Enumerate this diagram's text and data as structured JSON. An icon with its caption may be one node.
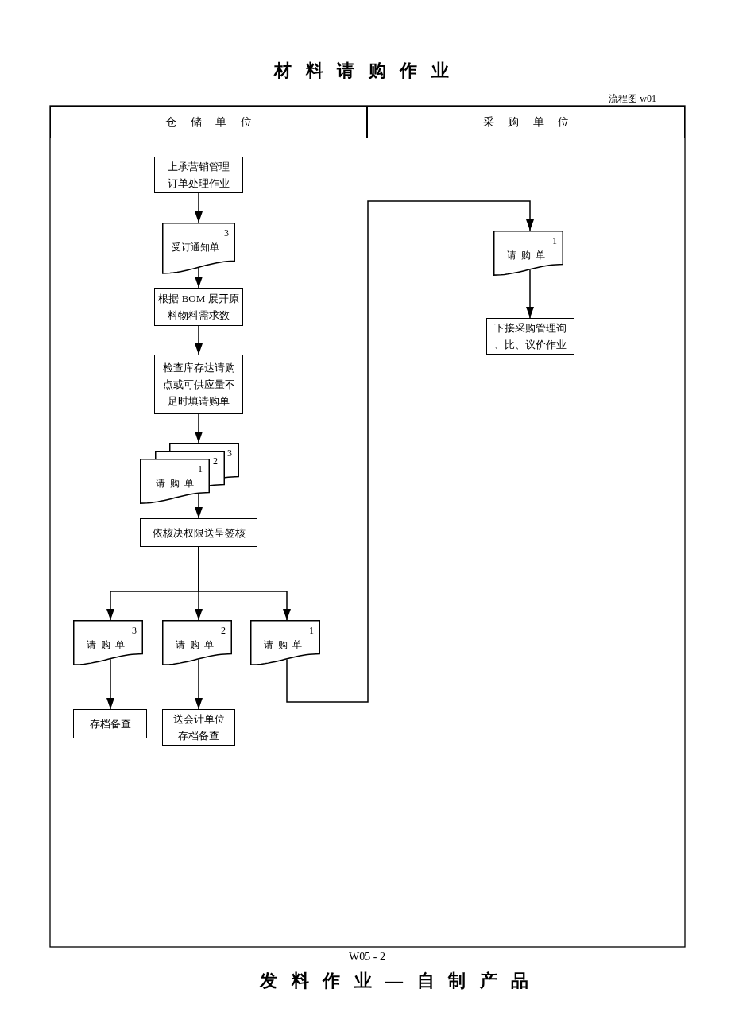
{
  "diagram": {
    "title": "材 料 请 购 作 业",
    "nodes": [
      {
        "text": [
          "仓 储 单 位"
        ]
      },
      {
        "text": [
          "采 购 单 位"
        ]
      },
      {
        "text": [
          "上承营销管理订单处理作业"
        ]
      },
      {
        "text": [
          "3",
          "受订通知单"
        ]
      },
      {
        "text": [
          "根据 BOM 展开原料物料需求数"
        ]
      },
      {
        "text": [
          "检查库存达请购点或可供应量不足时填请购单"
        ]
      },
      {
        "text": [
          "3",
          "2",
          "1",
          "请 购 单"
        ]
      },
      {
        "text": [
          "依核决权限送呈签核"
        ]
      },
      {
        "text": [
          "3",
          "请 购 单"
        ]
      },
      {
        "text": [
          "2",
          "请 购 单"
        ]
      },
      {
        "text": [
          "1",
          "请 购 单"
        ]
      },
      {
        "text": [
          "存档备查"
        ]
      },
      {
        "text": [
          "送会计单位存档备查"
        ]
      },
      {
        "text": [
          "1",
          "请 购 单"
        ]
      },
      {
        "text": [
          "下接采购管理询、比、议价作业"
        ]
      }
    ],
    "edges": [
      {
        "from": 2,
        "to": 3,
        "arrow": "to"
      },
      {
        "from": 3,
        "to": 4,
        "arrow": "to"
      },
      {
        "from": 4,
        "to": 5,
        "arrow": "to"
      },
      {
        "from": 5,
        "to": 6,
        "arrow": "to"
      },
      {
        "from": 6,
        "to": 7,
        "arrow": "to"
      },
      {
        "from": 7,
        "to": 8,
        "arrow": "to"
      },
      {
        "from": 7,
        "to": 9,
        "arrow": "to"
      },
      {
        "from": 7,
        "to": 10,
        "arrow": "to"
      },
      {
        "from": 8,
        "to": 11,
        "arrow": "to"
      },
      {
        "from": 9,
        "to": 12,
        "arrow": "to"
      },
      {
        "from": 10,
        "to": 13,
        "arrow": "to"
      },
      {
        "from": 13,
        "to": 14,
        "arrow": "to"
      }
    ],
    "labels": [
      "流程图 w01",
      "W05 - 2",
      "发 料 作 业 — 自 制 产 品"
    ]
  }
}
